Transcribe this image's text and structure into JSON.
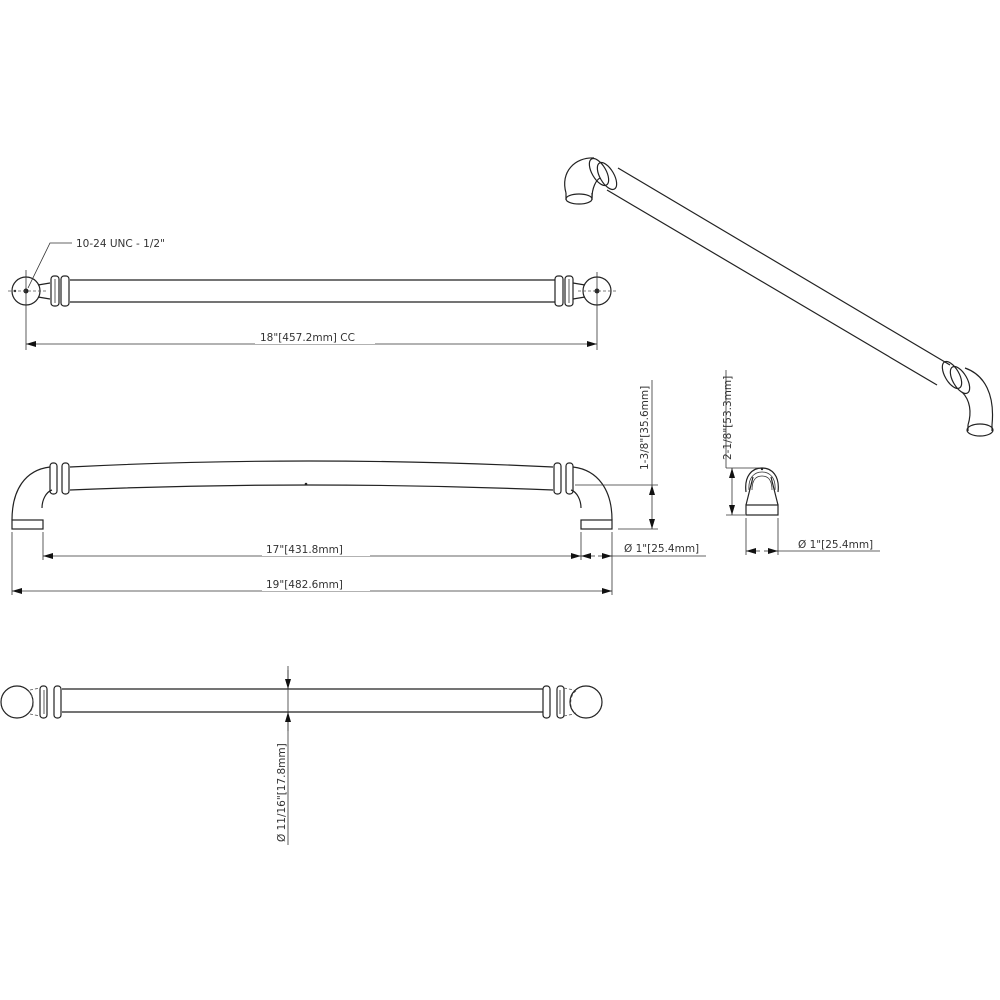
{
  "drawing": {
    "title": "Cabinet pull technical drawing",
    "line_color": "#222222",
    "background": "#ffffff"
  },
  "top_view": {
    "thread_callout": "10-24 UNC - 1/2\"",
    "cc_dimension": "18\"[457.2mm] CC"
  },
  "front_view": {
    "inner_length": "17\"[431.8mm]",
    "overall_length": "19\"[482.6mm]",
    "height": "1-3/8\"[35.6mm]",
    "foot_diameter": "Ø 1\"[25.4mm]"
  },
  "side_view": {
    "projection": "2-1/8\"[53.3mm]",
    "foot_diameter": "Ø 1\"[25.4mm]"
  },
  "bottom_view": {
    "bar_diameter": "Ø 11/16\"[17.8mm]"
  }
}
